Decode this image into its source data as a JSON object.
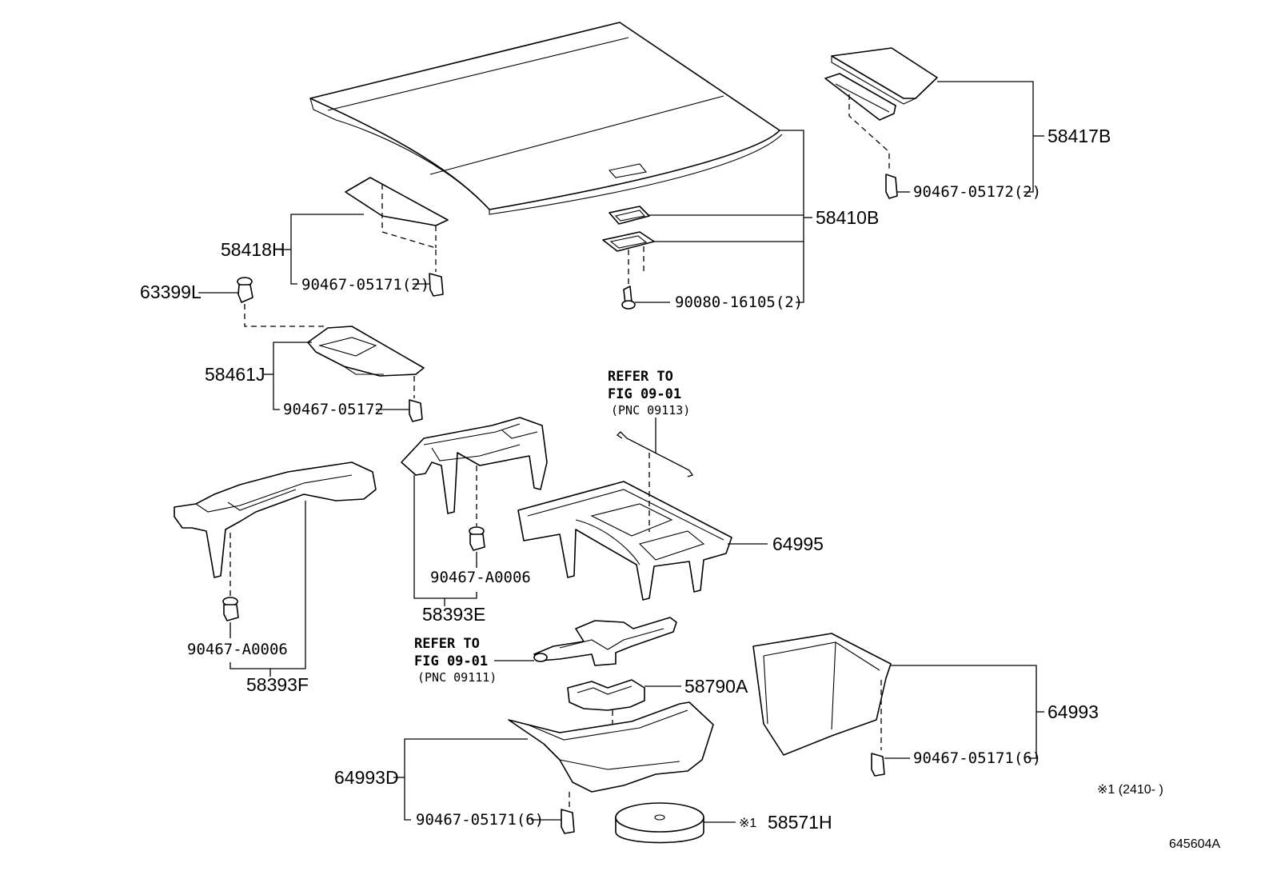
{
  "callouts": {
    "p58417B": "58417B",
    "p90467_05172_2": "90467-05172(2)",
    "p58410B": "58410B",
    "p90080_16105_2": "90080-16105(2)",
    "p58418H": "58418H",
    "p90467_05171_2": "90467-05171(2)",
    "p63399L": "63399L",
    "p58461J": "58461J",
    "p90467_05172": "90467-05172",
    "p64995": "64995",
    "p90467_A0006_right": "90467-A0006",
    "p58393E": "58393E",
    "p90467_A0006_left": "90467-A0006",
    "p58393F": "58393F",
    "p58790A": "58790A",
    "p64993": "64993",
    "p90467_05171_6_right": "90467-05171(6)",
    "p64993D": "64993D",
    "p90467_05171_6_bottom": "90467-05171(6)",
    "p58571H": "58571H"
  },
  "refer_upper": {
    "line1": "REFER TO",
    "line2": "FIG 09-01",
    "line3": "(PNC 09113)"
  },
  "refer_lower": {
    "line1": "REFER TO",
    "line2": "FIG 09-01",
    "line3": "(PNC 09111)"
  },
  "notes": {
    "mark_58571H": "※1",
    "footnote": "※1 (2410-      )",
    "diagram_id": "645604A"
  }
}
